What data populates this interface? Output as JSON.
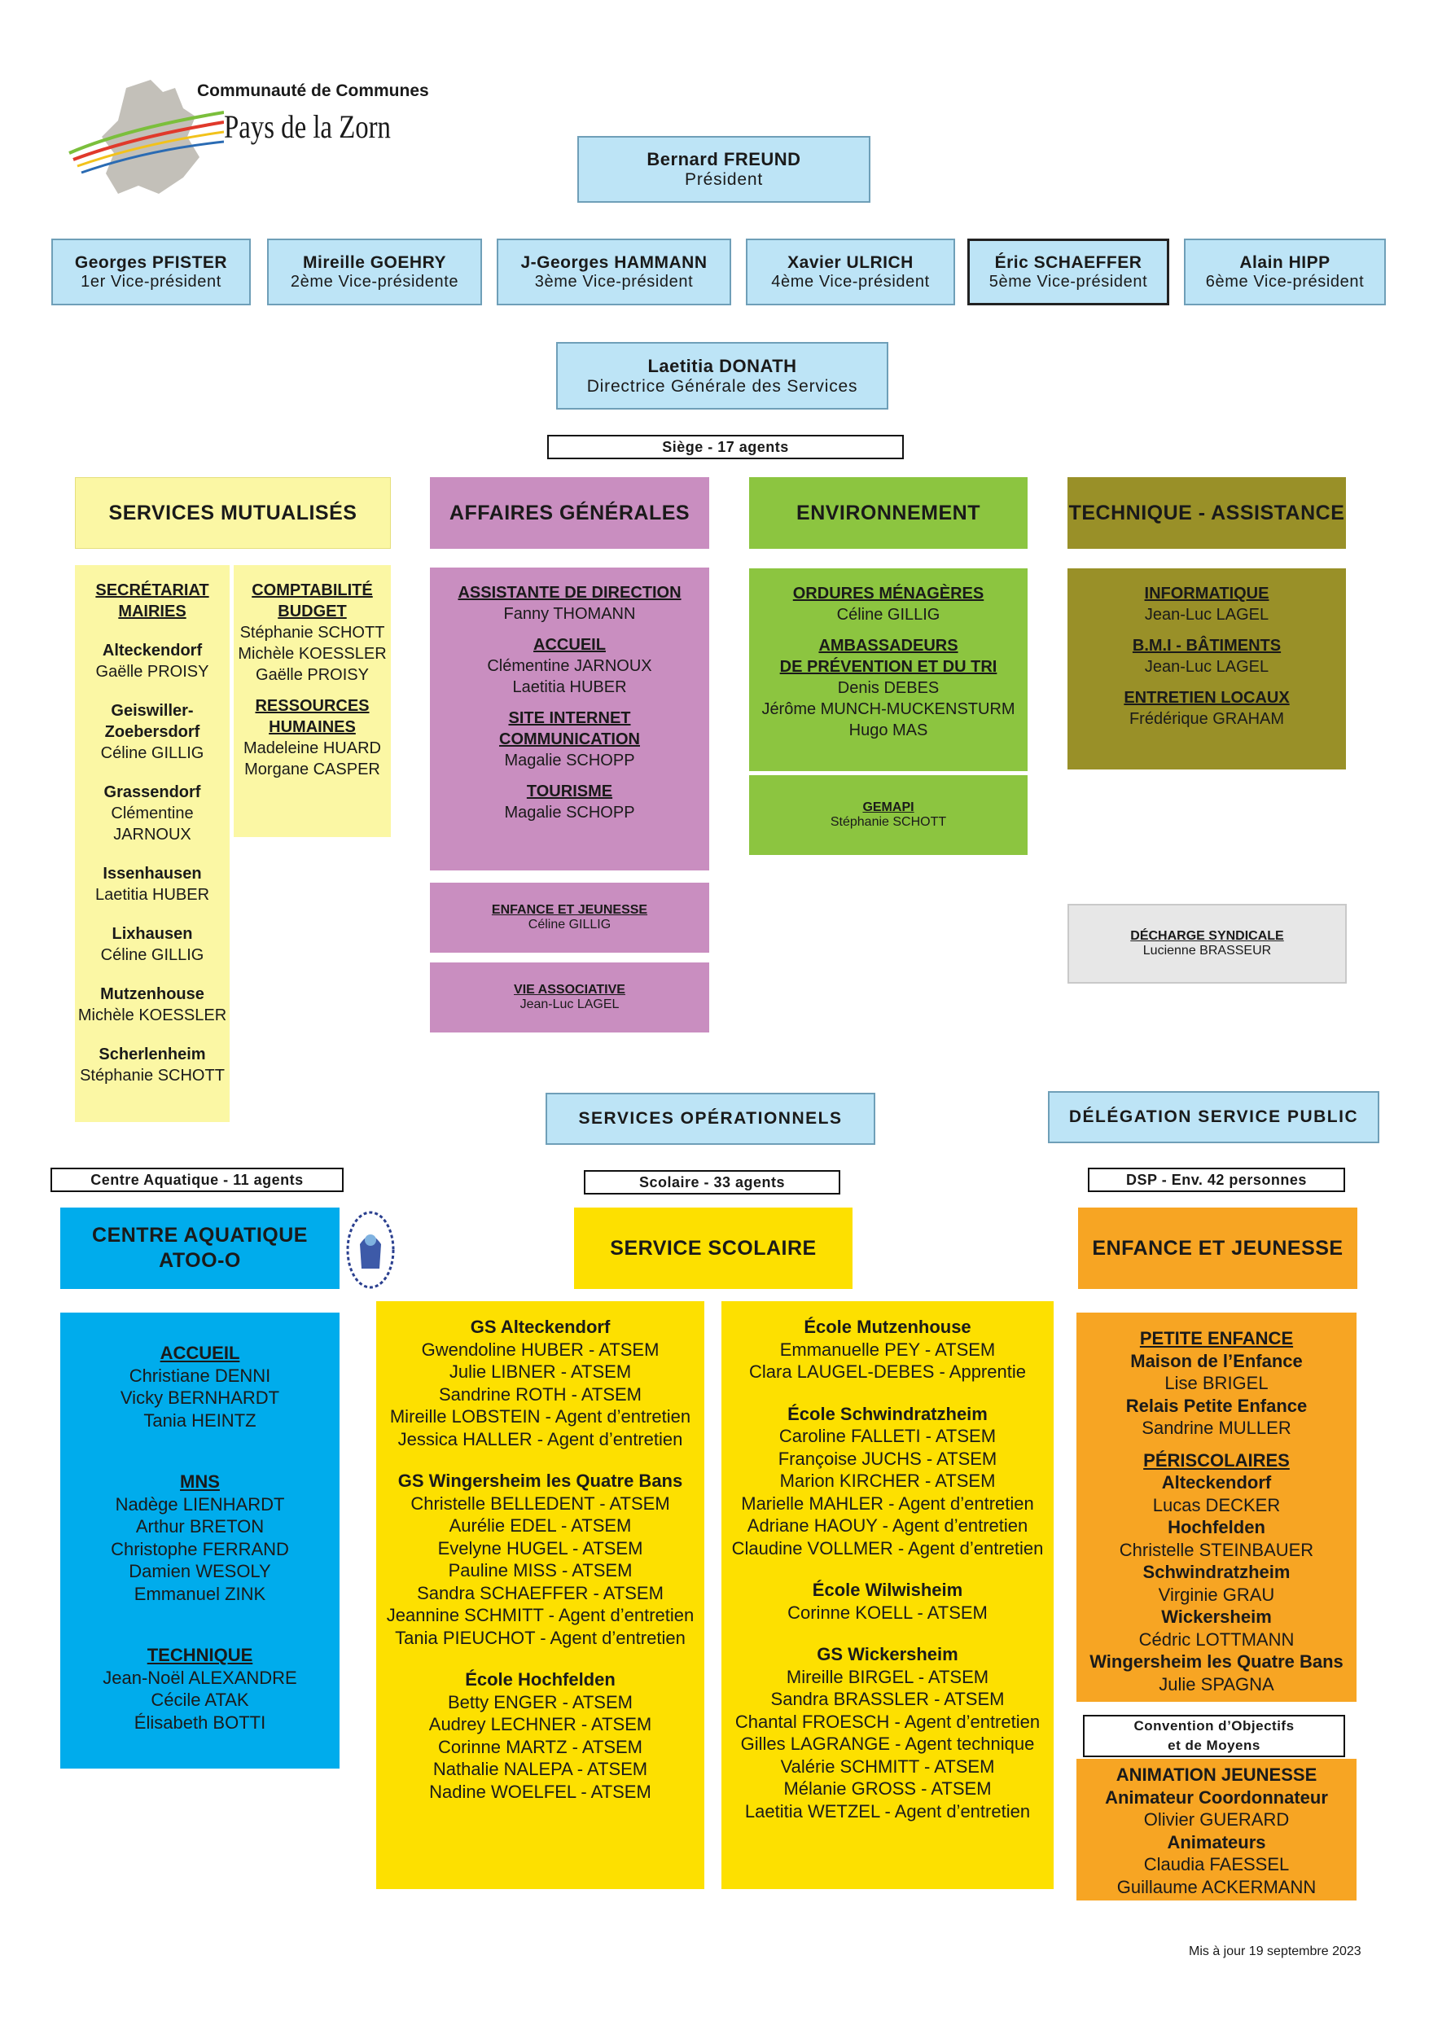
{
  "logo": {
    "line1": "Communauté de Communes",
    "line2": "Pays de la Zorn"
  },
  "president": {
    "name": "Bernard FREUND",
    "role": "Président"
  },
  "vice_presidents": [
    {
      "name": "Georges  PFISTER",
      "role": "1er Vice-président"
    },
    {
      "name": "Mireille GOEHRY",
      "role": "2ème Vice-présidente"
    },
    {
      "name": "J-Georges  HAMMANN",
      "role": "3ème Vice-président"
    },
    {
      "name": "Xavier ULRICH",
      "role": "4ème Vice-président"
    },
    {
      "name": "Éric SCHAEFFER",
      "role": "5ème Vice-président"
    },
    {
      "name": "Alain HIPP",
      "role": "6ème Vice-président"
    }
  ],
  "dgs": {
    "name": "Laetitia DONATH",
    "role": "Directrice Générale des Services"
  },
  "siege_label": "Siège  -  17 agents",
  "headers": {
    "mutualises": "SERVICES  MUTUALISÉS",
    "affaires": "AFFAIRES  GÉNÉRALES",
    "environnement": "ENVIRONNEMENT",
    "technique": "TECHNIQUE  -  ASSISTANCE"
  },
  "mairies": [
    {
      "t": "u",
      "v": "SECRÉTARIAT"
    },
    {
      "t": "u",
      "v": "MAIRIES"
    },
    {
      "t": "gap"
    },
    {
      "t": "b",
      "v": "Alteckendorf"
    },
    {
      "t": "n",
      "v": "Gaëlle PROISY"
    },
    {
      "t": "gap"
    },
    {
      "t": "b",
      "v": "Geiswiller-"
    },
    {
      "t": "b",
      "v": "Zoebersdorf"
    },
    {
      "t": "n",
      "v": "Céline GILLIG"
    },
    {
      "t": "gap"
    },
    {
      "t": "b",
      "v": "Grassendorf"
    },
    {
      "t": "n",
      "v": "Clémentine"
    },
    {
      "t": "n",
      "v": "JARNOUX"
    },
    {
      "t": "gap"
    },
    {
      "t": "b",
      "v": "Issenhausen"
    },
    {
      "t": "n",
      "v": "Laetitia  HUBER"
    },
    {
      "t": "gap"
    },
    {
      "t": "b",
      "v": "Lixhausen"
    },
    {
      "t": "n",
      "v": "Céline GILLIG"
    },
    {
      "t": "gap"
    },
    {
      "t": "b",
      "v": "Mutzenhouse"
    },
    {
      "t": "n",
      "v": "Michèle KOESSLER"
    },
    {
      "t": "gap"
    },
    {
      "t": "b",
      "v": "Scherlenheim"
    },
    {
      "t": "n",
      "v": "Stéphanie SCHOTT"
    }
  ],
  "compta": [
    {
      "t": "u",
      "v": "COMPTABILITÉ"
    },
    {
      "t": "u",
      "v": "BUDGET"
    },
    {
      "t": "n",
      "v": "Stéphanie SCHOTT"
    },
    {
      "t": "n",
      "v": "Michèle  KOESSLER"
    },
    {
      "t": "n",
      "v": "Gaëlle PROISY"
    },
    {
      "t": "gap-s"
    },
    {
      "t": "u",
      "v": "RESSOURCES"
    },
    {
      "t": "u",
      "v": "HUMAINES"
    },
    {
      "t": "n",
      "v": "Madeleine  HUARD"
    },
    {
      "t": "n",
      "v": "Morgane CASPER"
    }
  ],
  "affaires": [
    {
      "t": "u",
      "v": "ASSISTANTE DE DIRECTION"
    },
    {
      "t": "n",
      "v": "Fanny THOMANN"
    },
    {
      "t": "gap-s"
    },
    {
      "t": "u",
      "v": "ACCUEIL"
    },
    {
      "t": "n",
      "v": "Clémentine  JARNOUX"
    },
    {
      "t": "n",
      "v": "Laetitia HUBER"
    },
    {
      "t": "gap-s"
    },
    {
      "t": "u",
      "v": "SITE INTERNET"
    },
    {
      "t": "u",
      "v": "COMMUNICATION"
    },
    {
      "t": "n",
      "v": "Magalie SCHOPP"
    },
    {
      "t": "gap-s"
    },
    {
      "t": "u",
      "v": "TOURISME"
    },
    {
      "t": "n",
      "v": "Magalie SCHOPP"
    }
  ],
  "enfance_box": [
    {
      "t": "u",
      "v": "ENFANCE ET JEUNESSE"
    },
    {
      "t": "n",
      "v": "Céline GILLIG"
    }
  ],
  "vie_box": [
    {
      "t": "u",
      "v": "VIE ASSOCIATIVE"
    },
    {
      "t": "n",
      "v": "Jean-Luc LAGEL"
    }
  ],
  "env": [
    {
      "t": "u",
      "v": "ORDURES  MÉNAGÈRES"
    },
    {
      "t": "n",
      "v": "Céline GILLIG"
    },
    {
      "t": "gap-s"
    },
    {
      "t": "u",
      "v": "AMBASSADEURS "
    },
    {
      "t": "u",
      "v": "DE PRÉVENTION ET DU TRI"
    },
    {
      "t": "n",
      "v": "Denis DEBES"
    },
    {
      "t": "n",
      "v": "Jérôme  MUNCH-MUCKENSTURM"
    },
    {
      "t": "n",
      "v": "Hugo MAS"
    }
  ],
  "gemapi": [
    {
      "t": "u",
      "v": "GEMAPI"
    },
    {
      "t": "n",
      "v": "Stéphanie SCHOTT"
    }
  ],
  "tech": [
    {
      "t": "u",
      "v": "INFORMATIQUE"
    },
    {
      "t": "n",
      "v": "Jean-Luc  LAGEL"
    },
    {
      "t": "gap-s"
    },
    {
      "t": "u",
      "v": "B.M.I  -  BÂTIMENTS"
    },
    {
      "t": "n",
      "v": "Jean-Luc LAGEL"
    },
    {
      "t": "gap-s"
    },
    {
      "t": "u",
      "v": "ENTRETIEN  LOCAUX"
    },
    {
      "t": "n",
      "v": "Frédérique  GRAHAM"
    }
  ],
  "decharge": [
    {
      "t": "u",
      "v": "DÉCHARGE SYNDICALE"
    },
    {
      "t": "n",
      "v": "Lucienne  BRASSEUR"
    }
  ],
  "services_op": "SERVICES  OPÉRATIONNELS",
  "dsp": "DÉLÉGATION  SERVICE  PUBLIC",
  "label_aqua": "Centre Aquatique  -  11 agents",
  "label_scol": "Scolaire  -  33 agents",
  "label_dsp": "DSP  -  Env. 42 personnes",
  "head_aqua1": "CENTRE AQUATIQUE",
  "head_aqua2": "ATOO-O",
  "head_scol": "SERVICE SCOLAIRE",
  "head_enf": "ENFANCE ET JEUNESSE",
  "aqua": [
    {
      "t": "u",
      "v": "ACCUEIL"
    },
    {
      "t": "n",
      "v": "Christiane  DENNI"
    },
    {
      "t": "n",
      "v": "Vicky  BERNHARDT"
    },
    {
      "t": "n",
      "v": "Tania  HEINTZ"
    },
    {
      "t": "gap"
    },
    {
      "t": "gap"
    },
    {
      "t": "u",
      "v": "MNS"
    },
    {
      "t": "n",
      "v": "Nadège  LIENHARDT"
    },
    {
      "t": "n",
      "v": "Arthur  BRETON"
    },
    {
      "t": "n",
      "v": "Christophe  FERRAND"
    },
    {
      "t": "n",
      "v": "Damien  WESOLY"
    },
    {
      "t": "n",
      "v": "Emmanuel  ZINK"
    },
    {
      "t": "gap"
    },
    {
      "t": "gap"
    },
    {
      "t": "u",
      "v": "TECHNIQUE"
    },
    {
      "t": "n",
      "v": "Jean-Noël  ALEXANDRE"
    },
    {
      "t": "n",
      "v": "Cécile  ATAK"
    },
    {
      "t": "n",
      "v": "Élisabeth  BOTTI"
    }
  ],
  "scol1": [
    {
      "t": "b",
      "v": "GS Alteckendorf"
    },
    {
      "t": "n",
      "v": "Gwendoline  HUBER  -  ATSEM"
    },
    {
      "t": "n",
      "v": "Julie  LIBNER  -  ATSEM"
    },
    {
      "t": "n",
      "v": "Sandrine  ROTH  -  ATSEM"
    },
    {
      "t": "n",
      "v": "Mireille  LOBSTEIN  -  Agent d’entretien"
    },
    {
      "t": "n",
      "v": "Jessica  HALLER  -  Agent d’entretien"
    },
    {
      "t": "gap"
    },
    {
      "t": "b",
      "v": "GS Wingersheim les Quatre Bans"
    },
    {
      "t": "n",
      "v": "Christelle  BELLEDENT  -  ATSEM"
    },
    {
      "t": "n",
      "v": "Aurélie  EDEL  -  ATSEM"
    },
    {
      "t": "n",
      "v": "Evelyne  HUGEL  -  ATSEM"
    },
    {
      "t": "n",
      "v": "Pauline  MISS  -  ATSEM"
    },
    {
      "t": "n",
      "v": "Sandra  SCHAEFFER  -  ATSEM"
    },
    {
      "t": "n",
      "v": "Jeannine  SCHMITT  -  Agent d’entretien"
    },
    {
      "t": "n",
      "v": "Tania  PIEUCHOT  -  Agent d’entretien"
    },
    {
      "t": "gap"
    },
    {
      "t": "b",
      "v": "École Hochfelden"
    },
    {
      "t": "n",
      "v": "Betty   ENGER   -   ATSEM"
    },
    {
      "t": "n",
      "v": "Audrey  LECHNER  -  ATSEM"
    },
    {
      "t": "n",
      "v": "Corinne  MARTZ  -  ATSEM"
    },
    {
      "t": "n",
      "v": "Nathalie  NALEPA  -  ATSEM"
    },
    {
      "t": "n",
      "v": "Nadine  WOELFEL  -  ATSEM"
    }
  ],
  "scol2": [
    {
      "t": "b",
      "v": "École Mutzenhouse"
    },
    {
      "t": "n",
      "v": "Emmanuelle  PEY  -  ATSEM"
    },
    {
      "t": "n",
      "v": "Clara  LAUGEL-DEBES  -  Apprentie"
    },
    {
      "t": "gap"
    },
    {
      "t": "b",
      "v": "École  Schwindratzheim"
    },
    {
      "t": "n",
      "v": "Caroline  FALLETI  -  ATSEM"
    },
    {
      "t": "n",
      "v": "Françoise  JUCHS  -  ATSEM"
    },
    {
      "t": "n",
      "v": "Marion  KIRCHER  -  ATSEM"
    },
    {
      "t": "n",
      "v": "Marielle  MAHLER  -  Agent d’entretien"
    },
    {
      "t": "n",
      "v": "Adriane  HAOUY  -  Agent d’entretien"
    },
    {
      "t": "n",
      "v": "Claudine  VOLLMER  -  Agent d’entretien"
    },
    {
      "t": "gap"
    },
    {
      "t": "b",
      "v": "École Wilwisheim"
    },
    {
      "t": "n",
      "v": "Corinne  KOELL  -  ATSEM"
    },
    {
      "t": "gap"
    },
    {
      "t": "b",
      "v": "GS Wickersheim"
    },
    {
      "t": "n",
      "v": "Mireille  BIRGEL  -  ATSEM"
    },
    {
      "t": "n",
      "v": "Sandra  BRASSLER  -  ATSEM"
    },
    {
      "t": "n",
      "v": "Chantal  FROESCH  -  Agent d’entretien"
    },
    {
      "t": "n",
      "v": "Gilles  LAGRANGE  -  Agent technique"
    },
    {
      "t": "n",
      "v": "Valérie  SCHMITT  -  ATSEM"
    },
    {
      "t": "n",
      "v": "Mélanie  GROSS  -  ATSEM"
    },
    {
      "t": "n",
      "v": "Laetitia  WETZEL  -  Agent d’entretien"
    }
  ],
  "enf": [
    {
      "t": "u",
      "v": "PETITE ENFANCE"
    },
    {
      "t": "b",
      "v": "Maison de l’Enfance"
    },
    {
      "t": "n",
      "v": "Lise  BRIGEL"
    },
    {
      "t": "b",
      "v": "Relais Petite Enfance"
    },
    {
      "t": "n",
      "v": "Sandrine  MULLER"
    },
    {
      "t": "gap-s"
    },
    {
      "t": "u",
      "v": "PÉRISCOLAIRES"
    },
    {
      "t": "b",
      "v": "Alteckendorf"
    },
    {
      "t": "n",
      "v": "Lucas  DECKER"
    },
    {
      "t": "b",
      "v": "Hochfelden"
    },
    {
      "t": "n",
      "v": "Christelle  STEINBAUER"
    },
    {
      "t": "b",
      "v": "Schwindratzheim"
    },
    {
      "t": "n",
      "v": "Virginie  GRAU"
    },
    {
      "t": "b",
      "v": "Wickersheim"
    },
    {
      "t": "n",
      "v": "Cédric  LOTTMANN"
    },
    {
      "t": "b",
      "v": "Wingersheim les Quatre Bans"
    },
    {
      "t": "n",
      "v": "Julie  SPAGNA"
    }
  ],
  "cpom": {
    "l1": "Convention d’Objectifs",
    "l2": "et de Moyens"
  },
  "anim": [
    {
      "t": "b",
      "v": "ANIMATION JEUNESSE"
    },
    {
      "t": "b",
      "v": "Animateur Coordonnateur"
    },
    {
      "t": "n",
      "v": "Olivier  GUERARD"
    },
    {
      "t": "b",
      "v": "Animateurs"
    },
    {
      "t": "n",
      "v": "Claudia  FAESSEL"
    },
    {
      "t": "n",
      "v": "Guillaume  ACKERMANN"
    }
  ],
  "update": "Mis à jour 19 septembre 2023"
}
